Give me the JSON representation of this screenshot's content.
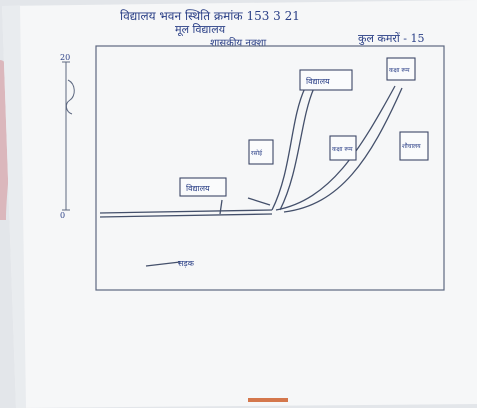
{
  "document": {
    "header": {
      "line1": "विद्यालय भवन स्थिति क्रमांक 153 3 21",
      "line2": "मूल विद्यालय",
      "line3": "शासकीय नक्शा"
    },
    "scale_note": "कुल कमरों - 15",
    "blocks": {
      "center": {
        "label": "विद्यालय"
      },
      "upper": {
        "label": "विद्यालय"
      },
      "top_right": {
        "label": "कक्षा रूम"
      },
      "mid_left": {
        "label": "रसोई"
      },
      "mid_right": {
        "label": "कक्षा रूम"
      },
      "right_box": {
        "label": "शौचालय"
      }
    },
    "road_label": "सड़क",
    "vertical_scale": {
      "top": "20",
      "bottom": "0"
    }
  }
}
